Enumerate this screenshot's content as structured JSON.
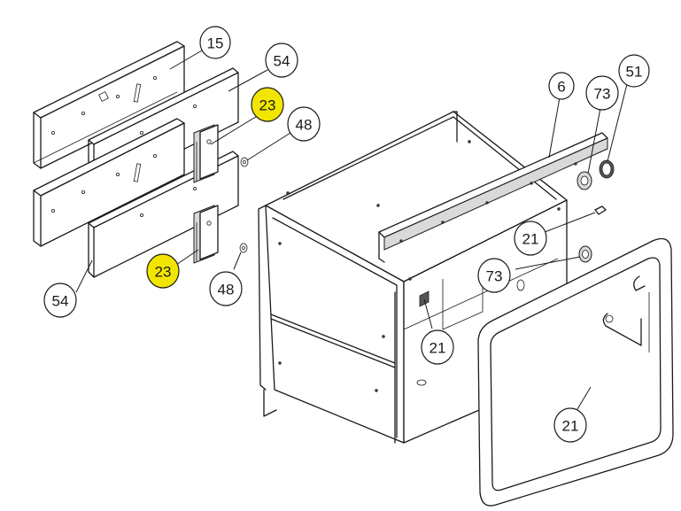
{
  "callouts": [
    {
      "id": "c15",
      "label": "15",
      "highlight": false
    },
    {
      "id": "c54a",
      "label": "54",
      "highlight": false
    },
    {
      "id": "c23a",
      "label": "23",
      "highlight": true
    },
    {
      "id": "c48a",
      "label": "48",
      "highlight": false
    },
    {
      "id": "c23b",
      "label": "23",
      "highlight": true
    },
    {
      "id": "c48b",
      "label": "48",
      "highlight": false
    },
    {
      "id": "c54b",
      "label": "54",
      "highlight": false
    },
    {
      "id": "c6",
      "label": "6",
      "highlight": false
    },
    {
      "id": "c73a",
      "label": "73",
      "highlight": false
    },
    {
      "id": "c51",
      "label": "51",
      "highlight": false
    },
    {
      "id": "c21a",
      "label": "21",
      "highlight": false
    },
    {
      "id": "c73b",
      "label": "73",
      "highlight": false
    },
    {
      "id": "c21b",
      "label": "21",
      "highlight": false
    },
    {
      "id": "c21c",
      "label": "21",
      "highlight": false
    }
  ],
  "colors": {
    "highlight": "#f2e600",
    "line": "#1a1a1a"
  }
}
